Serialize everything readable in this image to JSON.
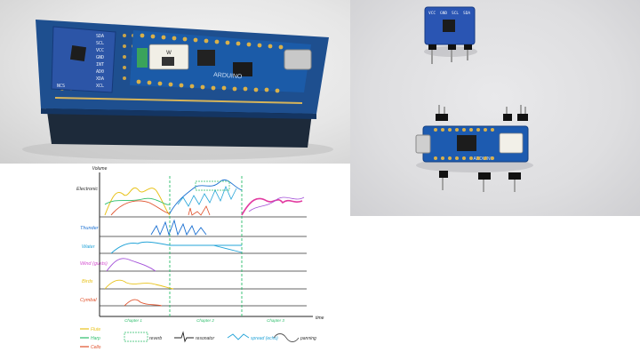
{
  "photo_board_stack": {
    "module_pin_labels": [
      "SDA",
      "SCL",
      "VCC",
      "GND",
      "INT",
      "AD0",
      "XDA",
      "XCL",
      "NCS"
    ],
    "board_brand": "ARDUINO",
    "module_marking": "W"
  },
  "photo_components": {
    "sensor_pin_labels": [
      "VCC",
      "GND",
      "SCL",
      "SDA"
    ],
    "board_brand": "ARDUINO"
  },
  "sketch": {
    "y_axis_label": "Volume",
    "x_axis_label": "time",
    "lanes": [
      {
        "label": "Electronic",
        "color": "#333333"
      },
      {
        "label": "Thunder",
        "color": "#1a6fd1"
      },
      {
        "label": "Water",
        "color": "#25a4d8"
      },
      {
        "label": "Wind (gusts)",
        "color": "#d44fd0"
      },
      {
        "label": "Birds",
        "color": "#e8c21a"
      },
      {
        "label": "Cymbal",
        "color": "#e0502a"
      }
    ],
    "sections": [
      "Chapter 1",
      "Chapter 2",
      "Chapter 3"
    ],
    "legend": [
      {
        "label": "Flute",
        "color": "#e8c21a"
      },
      {
        "label": "Harp",
        "color": "#2bbd6a"
      },
      {
        "label": "Cello",
        "color": "#e0502a"
      },
      {
        "label": "reverb",
        "color": "#2bbd6a"
      },
      {
        "label": "resonator",
        "color": "#222222"
      },
      {
        "label": "spread (echo)",
        "color": "#25a4d8"
      },
      {
        "label": "panning",
        "color": "#555555"
      }
    ],
    "colors": {
      "pink": "#e23aa0",
      "green": "#2bbd6a",
      "yellow": "#e8c21a",
      "blue": "#1a6fd1",
      "orange": "#e0502a",
      "purple": "#a24fd8"
    }
  }
}
